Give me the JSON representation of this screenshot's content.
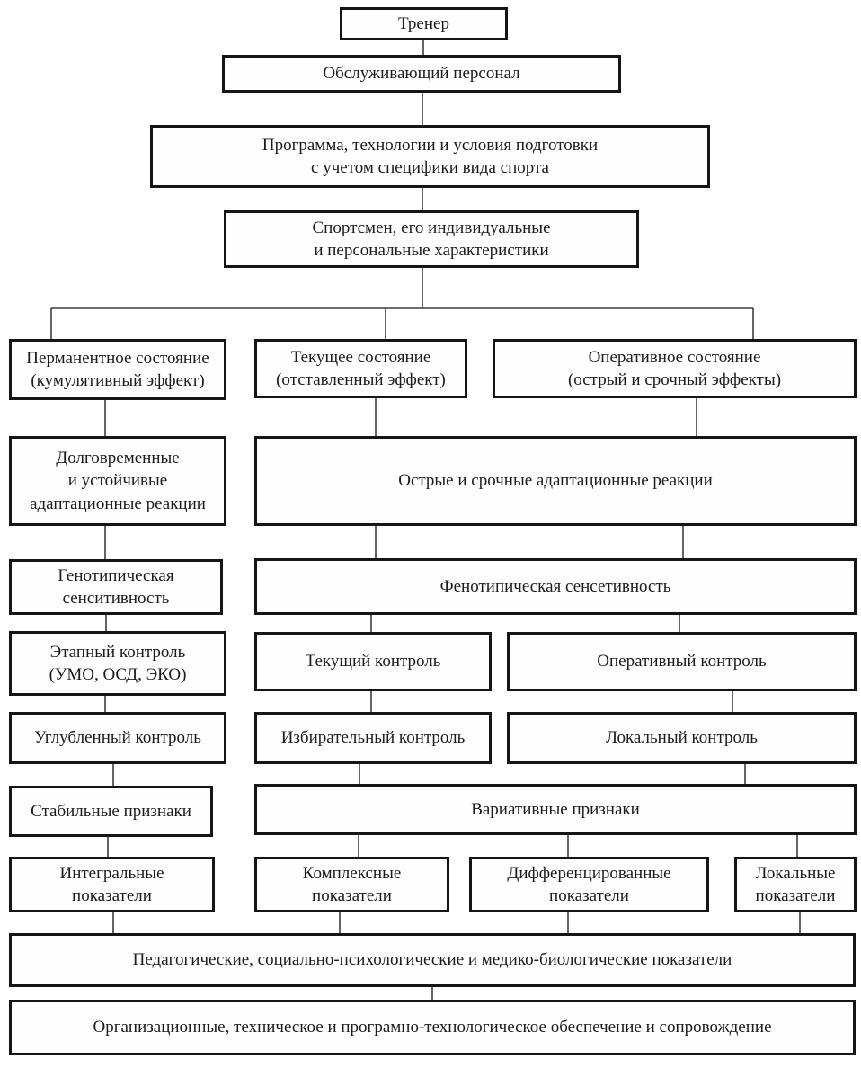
{
  "diagram": {
    "description": "Hierarchical flowchart of athlete state control in sport (Russian)",
    "colors": {
      "box_border": "#151515",
      "box_background": "#fefefe",
      "connector": "#3d3d3d",
      "text": "#1b1b1b",
      "page_background": "#ffffff"
    },
    "nodes": {
      "trainer": {
        "label": "Тренер"
      },
      "staff": {
        "label": "Обслуживающий персонал"
      },
      "program": {
        "label": "Программа, технологии и условия подготовки\nс учетом специфики вида спорта"
      },
      "athlete": {
        "label": "Спортсмен, его индивидуальные\nи персональные характеристики"
      },
      "permanent_state": {
        "label": "Перманентное состояние\n(кумулятивный эффект)"
      },
      "current_state": {
        "label": "Текущее состояние\n(отставленный эффект)"
      },
      "operative_state": {
        "label": "Оперативное состояние\n(острый и срочный эффекты)"
      },
      "longterm_reactions": {
        "label": "Долговременные\nи устойчивые\nадаптационные реакции"
      },
      "acute_reactions": {
        "label": "Острые и срочные адаптационные реакции"
      },
      "genotypic_sensitivity": {
        "label": "Генотипическая\nсенситивность"
      },
      "phenotypic_sensitivity": {
        "label": "Фенотипическая сенсетивность"
      },
      "stage_control": {
        "label": "Этапный контроль\n(УМО, ОСД, ЭКО)"
      },
      "current_control": {
        "label": "Текущий контроль"
      },
      "operative_control": {
        "label": "Оперативный контроль"
      },
      "indepth_control": {
        "label": "Углубленный контроль"
      },
      "selective_control": {
        "label": "Избирательный контроль"
      },
      "local_control": {
        "label": "Локальный контроль"
      },
      "stable_signs": {
        "label": "Стабильные признаки"
      },
      "variable_signs": {
        "label": "Вариативные признаки"
      },
      "integral_indicators": {
        "label": "Интегральные\nпоказатели"
      },
      "complex_indicators": {
        "label": "Комплексные\nпоказатели"
      },
      "differentiated_indicators": {
        "label": "Дифференцированные\nпоказатели"
      },
      "local_indicators": {
        "label": "Локальные\nпоказатели"
      },
      "pedagogical_indicators": {
        "label": "Педагогические, социально-психологические и медико-биологические показатели"
      },
      "organizational_support": {
        "label": "Организационные, техническое и програмно-технологическое обеспечение и сопровождение"
      }
    }
  }
}
